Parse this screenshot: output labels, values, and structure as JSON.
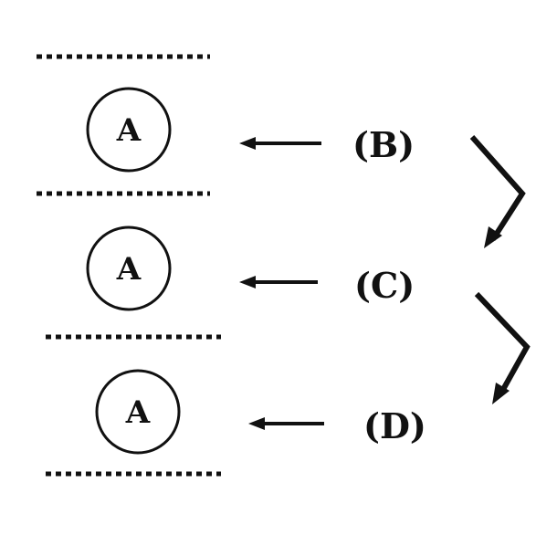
{
  "diagram": {
    "site_label": "A",
    "neighbors": [
      {
        "label": "(B)"
      },
      {
        "label": "(C)"
      },
      {
        "label": "(D)"
      }
    ],
    "colors": {
      "stroke": "#111111",
      "background": "#ffffff"
    }
  }
}
